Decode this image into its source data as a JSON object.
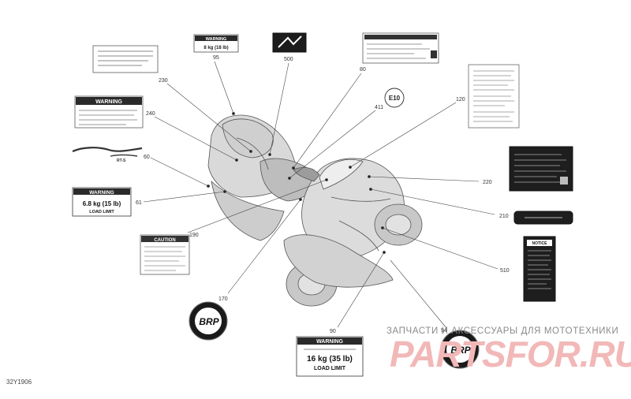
{
  "figure_code": "32Y1906",
  "callouts": [
    "230",
    "95",
    "500",
    "80",
    "411",
    "120",
    "240",
    "60",
    "61",
    "190",
    "220",
    "210",
    "170",
    "510",
    "90",
    "94"
  ],
  "e_mark": "E10",
  "labels": {
    "warning_top_header": "WARNING",
    "warning_top_text": "8 kg (18 lb)",
    "warning_240_header": "WARNING",
    "warning_61_header": "WARNING",
    "warning_61_load": "6.8 kg (15 lb)",
    "warning_61_limit": "LOAD LIMIT",
    "caution_header": "CAUTION",
    "notice_header": "NOTICE",
    "warning_bottom_header": "WARNING",
    "warning_bottom_load": "16 kg (35 lb)",
    "warning_bottom_limit": "LOAD LIMIT",
    "logo_brp": "BRP",
    "spyder_label": "RT-S"
  },
  "watermark": {
    "text": "ЗАПЧАСТИ И АКСЕССУАРЫ ДЛЯ МОТОТЕХНИКИ",
    "logo": "PARTSFOR.RU"
  }
}
